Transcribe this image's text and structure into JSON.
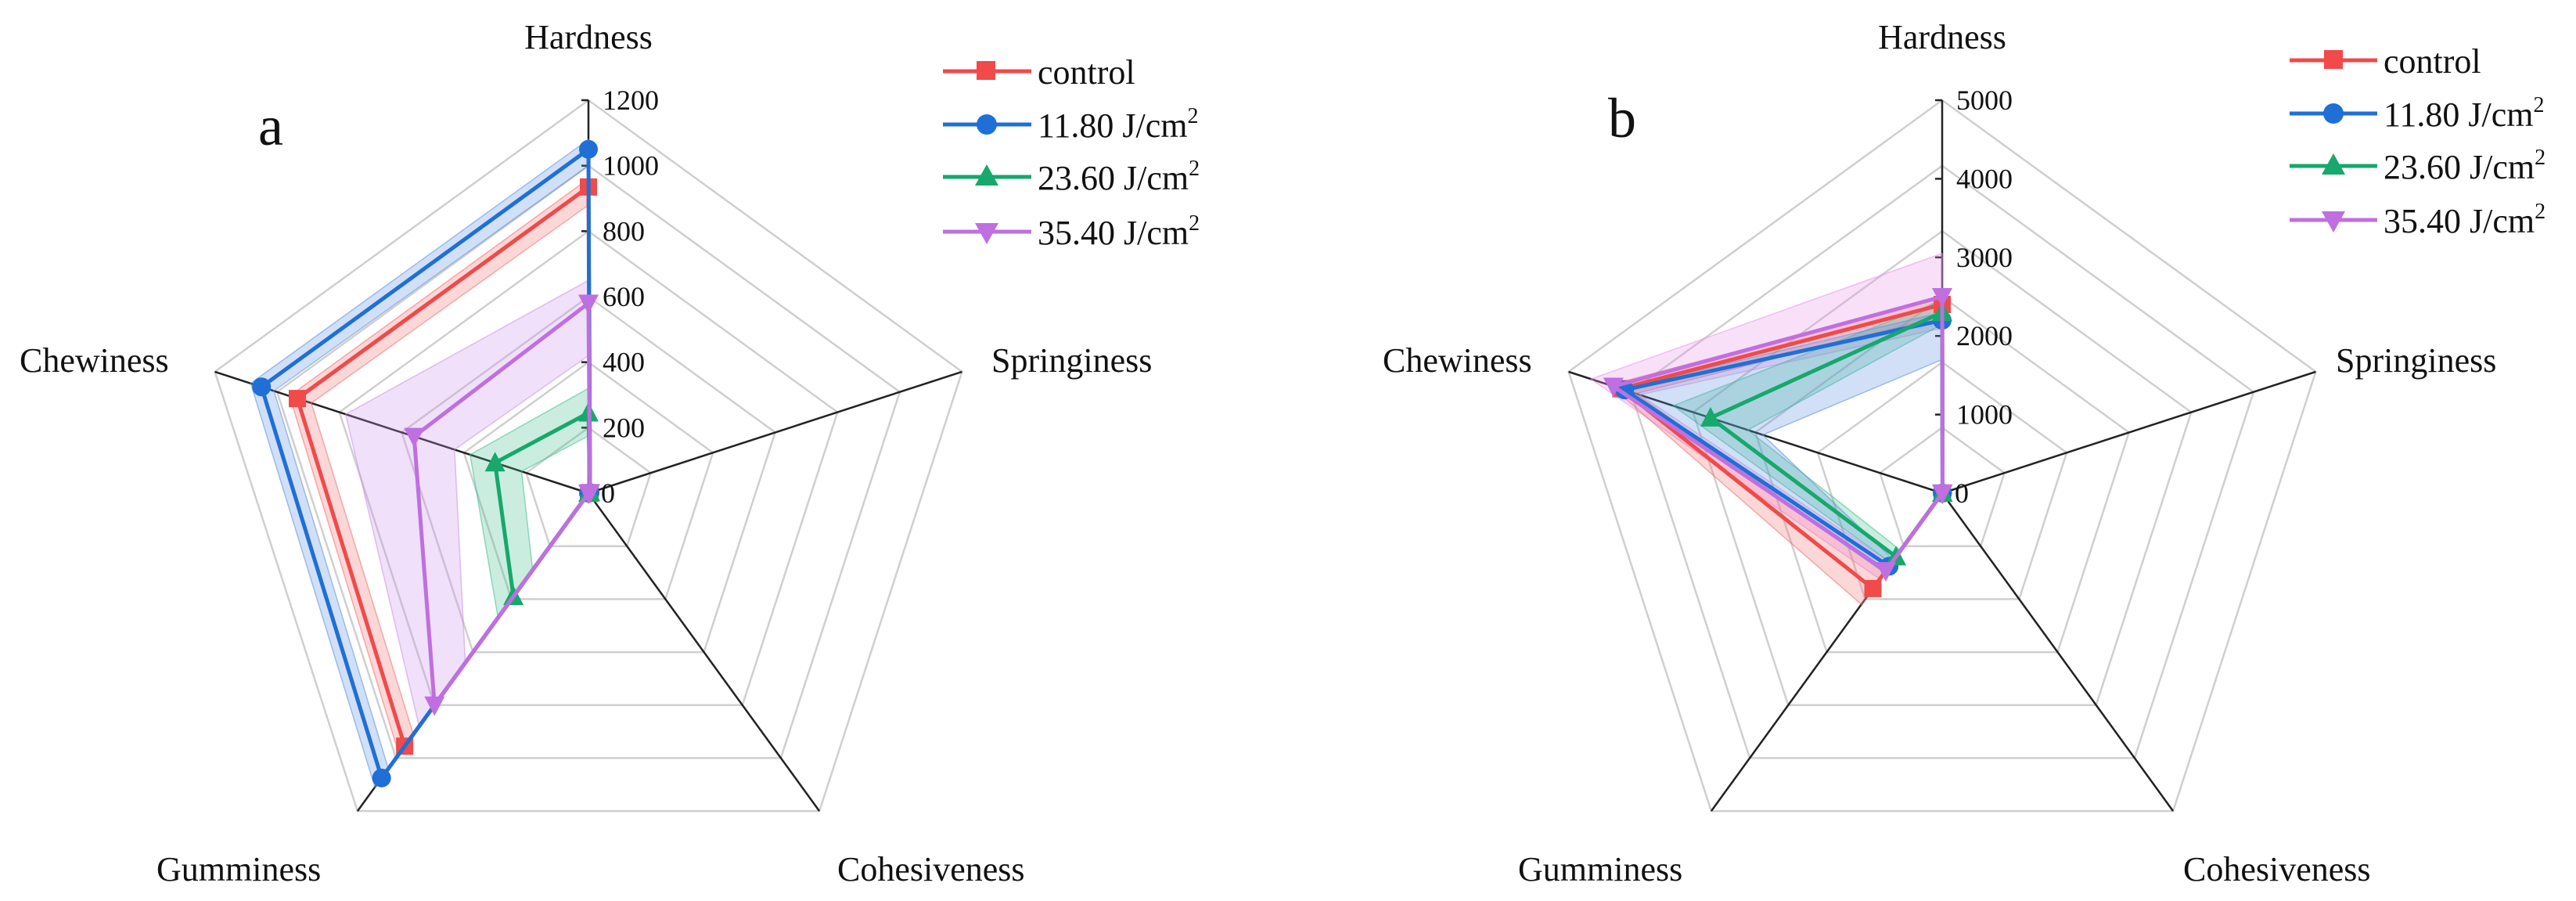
{
  "chart_data": [
    {
      "type": "radar",
      "panel": "a",
      "axes": [
        "Hardness",
        "Springiness",
        "Cohesiveness",
        "Gumminess",
        "Chewiness"
      ],
      "r_ticks": [
        0,
        200,
        400,
        600,
        800,
        1000,
        1200
      ],
      "r_range": [
        0,
        1200
      ],
      "grid": true,
      "legend_position": "top-right",
      "series": [
        {
          "name": "control",
          "color": "#f04a4a",
          "marker": "square",
          "values": [
            935,
            5,
            0.2,
            955,
            935
          ]
        },
        {
          "name": "11.80 J/cm²",
          "color": "#1f6fd6",
          "marker": "circle",
          "values": [
            1050,
            5,
            0.2,
            1075,
            1050
          ]
        },
        {
          "name": "23.60 J/cm²",
          "color": "#17a86b",
          "marker": "triangle-up",
          "values": [
            245,
            5,
            0.2,
            390,
            300
          ]
        },
        {
          "name": "35.40 J/cm²",
          "color": "#bf6fe0",
          "marker": "triangle-down",
          "values": [
            580,
            5,
            0.2,
            800,
            560
          ]
        }
      ],
      "bands": [
        {
          "series": "11.80 J/cm²",
          "color": "#5b8fe0",
          "outer": [
            1080,
            5,
            0.2,
            1110,
            1085
          ],
          "inner": [
            1000,
            5,
            0.2,
            1040,
            1010
          ]
        },
        {
          "series": "control",
          "color": "#f07070",
          "outer": [
            960,
            5,
            0.2,
            985,
            960
          ],
          "inner": [
            880,
            5,
            0.2,
            910,
            890
          ]
        },
        {
          "series": "35.40 J/cm²",
          "color": "#c890e8",
          "outer": [
            650,
            5,
            0.2,
            880,
            780
          ],
          "inner": [
            420,
            5,
            0.2,
            640,
            430
          ]
        },
        {
          "series": "23.60 J/cm²",
          "color": "#3fc08f",
          "outer": [
            320,
            5,
            0.2,
            470,
            380
          ],
          "inner": [
            175,
            5,
            0.2,
            290,
            215
          ]
        }
      ]
    },
    {
      "type": "radar",
      "panel": "b",
      "axes": [
        "Hardness",
        "Springiness",
        "Cohesiveness",
        "Gumminess",
        "Chewiness"
      ],
      "r_ticks": [
        0,
        1000,
        2000,
        3000,
        4000,
        5000
      ],
      "r_range": [
        0,
        5000
      ],
      "grid": true,
      "legend_position": "top-right",
      "series": [
        {
          "name": "control",
          "color": "#f04a4a",
          "marker": "square",
          "values": [
            2400,
            5,
            0.2,
            1500,
            4300
          ]
        },
        {
          "name": "11.80 J/cm²",
          "color": "#1f6fd6",
          "marker": "circle",
          "values": [
            2200,
            5,
            0.2,
            1150,
            4250
          ]
        },
        {
          "name": "23.60 J/cm²",
          "color": "#17a86b",
          "marker": "triangle-up",
          "values": [
            2300,
            5,
            0.2,
            1000,
            3100
          ]
        },
        {
          "name": "35.40 J/cm²",
          "color": "#bf6fe0",
          "marker": "triangle-down",
          "values": [
            2500,
            5,
            0.2,
            1220,
            4400
          ]
        }
      ],
      "bands": [
        {
          "series": "35.40 J/cm²",
          "color": "#e890e8",
          "outer": [
            3050,
            5,
            0.2,
            1350,
            4700
          ],
          "inner": [
            2100,
            5,
            0.2,
            1100,
            4050
          ]
        },
        {
          "series": "control",
          "color": "#f07070",
          "outer": [
            2500,
            5,
            0.2,
            1750,
            4450
          ],
          "inner": [
            2250,
            5,
            0.2,
            1250,
            4100
          ]
        },
        {
          "series": "23.60 J/cm²",
          "color": "#3fc08f",
          "outer": [
            2450,
            5,
            0.2,
            1100,
            3600
          ],
          "inner": [
            2150,
            5,
            0.2,
            900,
            2600
          ]
        },
        {
          "series": "11.80 J/cm²",
          "color": "#5b8fe0",
          "outer": [
            2300,
            5,
            0.2,
            1250,
            4300
          ],
          "inner": [
            1700,
            5,
            0.2,
            1050,
            2400
          ]
        }
      ]
    }
  ]
}
